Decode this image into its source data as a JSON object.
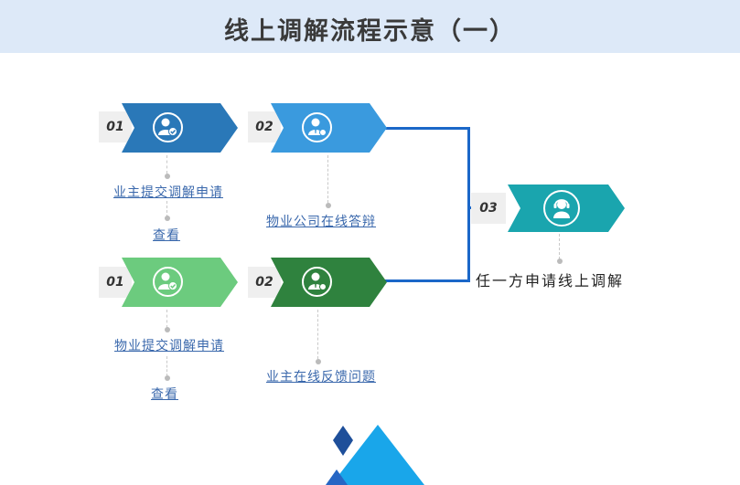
{
  "title": "线上调解流程示意（一）",
  "steps": {
    "owner_apply": {
      "num": "01",
      "label": "业主提交调解申请",
      "sub": "查看",
      "color": "#2a78b8",
      "icon": "user-check-icon"
    },
    "company_reply": {
      "num": "02",
      "label": "物业公司在线答辩",
      "color": "#3a9ade",
      "icon": "user-tie-icon"
    },
    "property_apply": {
      "num": "01",
      "label": "物业提交调解申请",
      "sub": "查看",
      "color": "#6ccb7e",
      "icon": "user-check-icon"
    },
    "owner_feedback": {
      "num": "02",
      "label": "业主在线反馈问题",
      "color": "#2f823e",
      "icon": "user-tie-icon"
    },
    "online_mediation": {
      "num": "03",
      "label": "任一方申请线上调解",
      "color": "#1aa5ae",
      "icon": "headset-icon"
    }
  },
  "colors": {
    "connector": "#1b67c8",
    "header_bg": "#dde9f8"
  }
}
